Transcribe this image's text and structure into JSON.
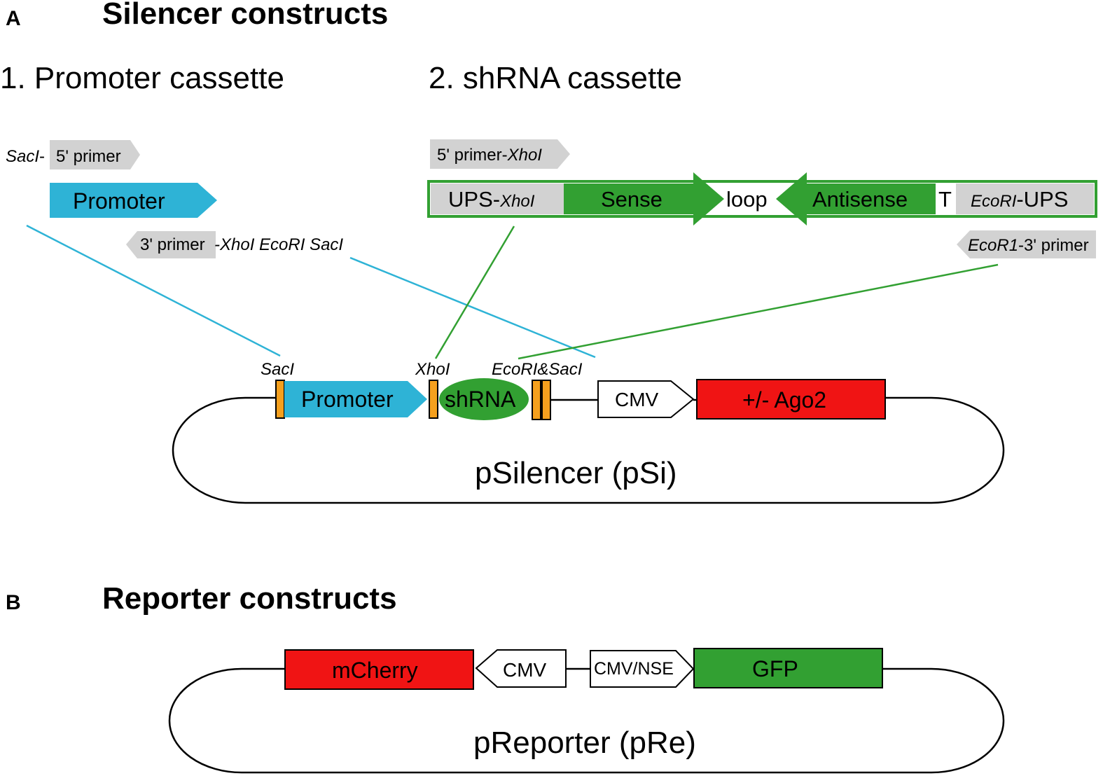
{
  "panel_a": {
    "letter": "A",
    "title": "Silencer constructs",
    "promoter_cassette": {
      "heading": "1. Promoter cassette",
      "primer5": {
        "site": "SacI",
        "sep": "-",
        "text": "5' primer"
      },
      "promoter_label": "Promoter",
      "primer3": {
        "text": "3' primer",
        "sites": "-XhoI EcoRI SacI"
      }
    },
    "shrna_cassette": {
      "heading": "2. shRNA cassette",
      "primer5": {
        "text": "5' primer-",
        "site": "XhoI"
      },
      "segments": {
        "ups_left_text": "UPS-",
        "ups_left_site": "XhoI",
        "sense": "Sense",
        "loop": "loop",
        "antisense": "Antisense",
        "t": "T",
        "ups_right_site": "EcoRI",
        "ups_right_text": "-UPS"
      },
      "primer3": {
        "site": "EcoR1",
        "text": "-3' primer"
      }
    },
    "plasmid": {
      "name": "pSilencer (pSi)",
      "site_saci": "SacI",
      "site_xhoi": "XhoI",
      "site_ecori_saci": "EcoRI&SacI",
      "promoter": "Promoter",
      "shrna": "shRNA",
      "cmv": "CMV",
      "ago2": "+/- Ago2"
    }
  },
  "panel_b": {
    "letter": "B",
    "title": "Reporter constructs",
    "plasmid": {
      "name": "pReporter (pRe)",
      "mcherry": "mCherry",
      "cmv": "CMV",
      "cmv_nse": "CMV/NSE",
      "gfp": "GFP"
    }
  },
  "colors": {
    "promoter_blue": "#2eb3d6",
    "shrna_green": "#32a032",
    "red": "#f01414",
    "orange": "#f5a01e",
    "primer_gray": "#d2d2d2"
  }
}
